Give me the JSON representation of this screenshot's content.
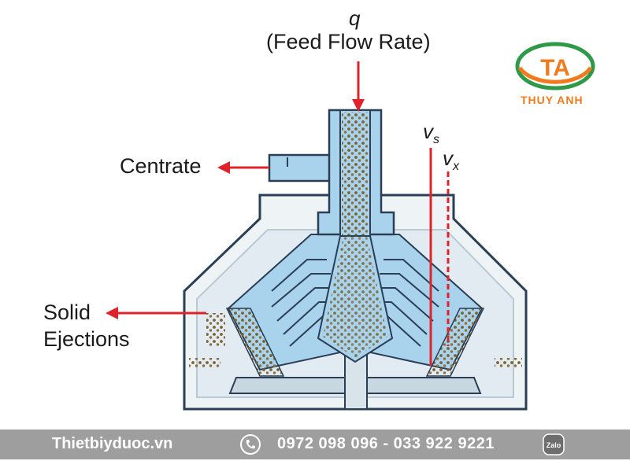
{
  "labels": {
    "q": "q",
    "feed_flow_rate": "(Feed Flow Rate)",
    "centrate": "Centrate",
    "solid_line1": "Solid",
    "solid_line2": "Ejections",
    "vs_main": "v",
    "vs_sub": "s",
    "vx_main": "v",
    "vx_sub": "x"
  },
  "logo": {
    "initials": "TA",
    "name": "THUY ANH"
  },
  "footer": {
    "website": "Thietbiyduoc.vn",
    "phones": "0972 098 096  -  033 922 9221",
    "zalo": "Zalo"
  },
  "colors": {
    "arrow": "#e0232b",
    "fluid": "#a9d3ec",
    "outline": "#2a3f55",
    "particles": "#7a6132",
    "logo_green": "#2e9a48",
    "logo_orange": "#f07a1d",
    "footer_bg": "#9e9e9e"
  }
}
